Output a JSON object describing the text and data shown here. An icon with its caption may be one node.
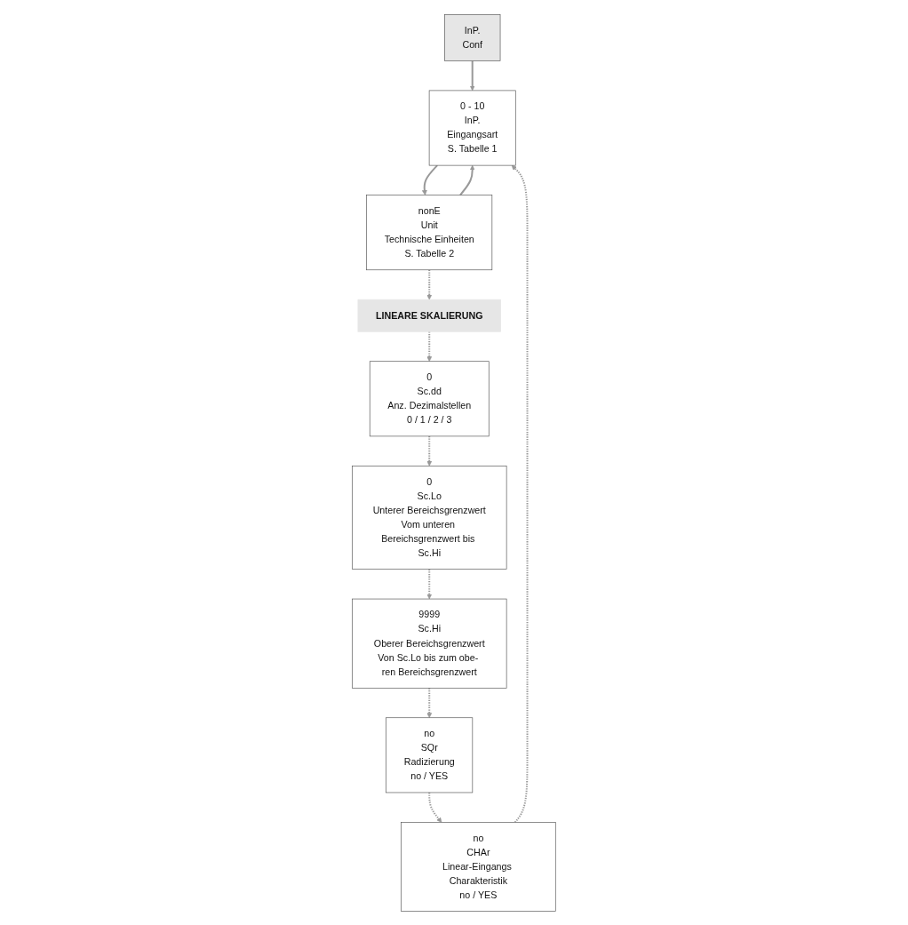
{
  "diagram": {
    "nodes": [
      {
        "text": [
          "InP.",
          "Conf"
        ]
      },
      {
        "text": [
          "LINEARE SKALIERUNG"
        ]
      },
      {
        "text": [
          "0 - 10",
          "InP.",
          "Eingangsart",
          "S. Tabelle 1"
        ]
      },
      {
        "text": [
          "nonE",
          "Unit",
          "Technische Einheiten",
          "S. Tabelle 2"
        ]
      },
      {
        "text": [
          "0",
          "Sc.dd",
          "Anz. Dezimalstellen",
          "0 / 1 / 2 / 3"
        ]
      },
      {
        "text": [
          "0",
          "Sc.Lo",
          "Unterer Bereichsgrenzwert",
          "Vom unteren Bereichsgrenzwert bis Sc.Hi"
        ]
      },
      {
        "text": [
          "9999",
          "Sc.Hi",
          "Oberer Bereichsgrenzwert",
          "Von Sc.Lo bis zum obe- ren Bereichsgrenzwert"
        ]
      },
      {
        "text": [
          "no",
          "SQr",
          "Radizierung",
          "no / YES"
        ]
      },
      {
        "text": [
          "no",
          "CHAr",
          "Linear-Eingangs Charakteristik",
          "no / YES"
        ]
      }
    ],
    "edges": [
      {
        "from": 0,
        "to": 2,
        "arrow": "to"
      },
      {
        "from": 2,
        "to": 3,
        "arrow": "to"
      },
      {
        "from": 3,
        "to": 2,
        "arrow": "to"
      },
      {
        "from": 3,
        "to": 1,
        "arrow": "to",
        "style": "dashed"
      },
      {
        "from": 1,
        "to": 4,
        "arrow": "to",
        "style": "dashed"
      },
      {
        "from": 4,
        "to": 5,
        "arrow": "to",
        "style": "dashed"
      },
      {
        "from": 5,
        "to": 6,
        "arrow": "to",
        "style": "dashed"
      },
      {
        "from": 6,
        "to": 7,
        "arrow": "to",
        "style": "dashed"
      },
      {
        "from": 7,
        "to": 8,
        "arrow": "to",
        "style": "dashed"
      },
      {
        "from": 8,
        "to": 2,
        "arrow": "to",
        "style": "dashed"
      }
    ]
  }
}
